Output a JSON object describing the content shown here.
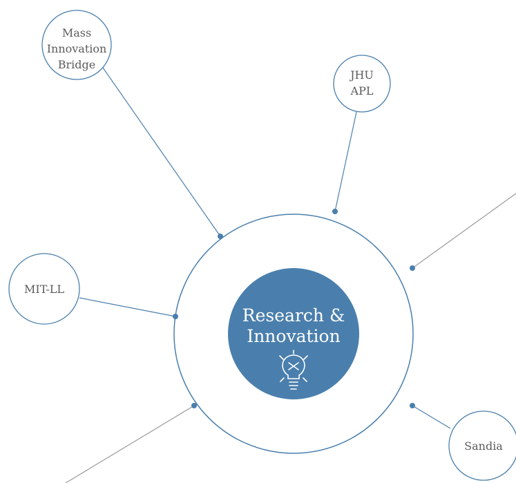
{
  "center": {
    "title_line1": "Research &",
    "title_line2": "Innovation",
    "icon": "lightbulb-icon",
    "fill_color": "#4a7fad"
  },
  "ring_color": "#4a7fad",
  "connector_colors": {
    "partner": "#4a7fad",
    "external": "#9a9a9a"
  },
  "nodes": {
    "mass_innovation_bridge": {
      "line1": "Mass",
      "line2": "Innovation",
      "line3": "Bridge"
    },
    "jhu_apl": {
      "line1": "JHU",
      "line2": "APL"
    },
    "mit_ll": {
      "label": "MIT-LL"
    },
    "sandia": {
      "label": "Sandia"
    }
  }
}
